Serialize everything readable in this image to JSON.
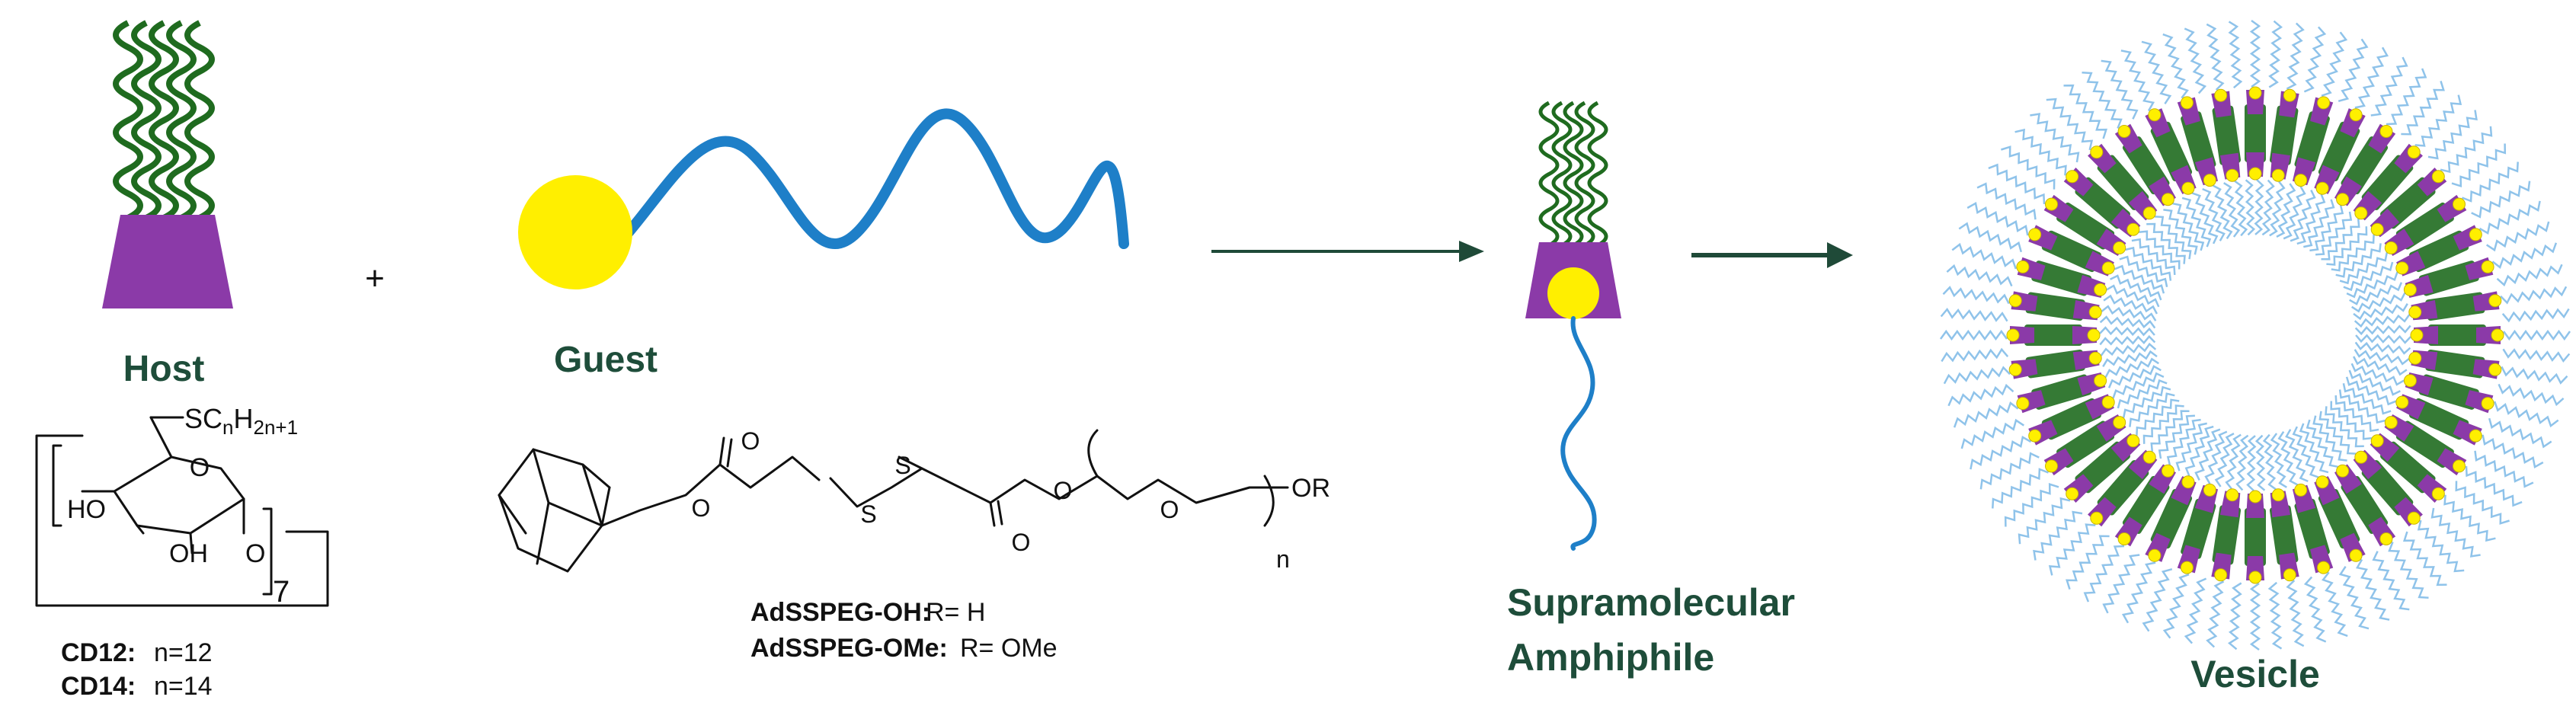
{
  "host": {
    "label": "Host",
    "substituent": "SC",
    "sub_n": "n",
    "sub_h": "H",
    "sub_2n1": "2n+1",
    "ho_label": "HO",
    "oh_label": "OH",
    "o_ring": "O",
    "o_link": "O",
    "repeat": "7",
    "cd12_name": "CD12:",
    "cd12_value": "n=12",
    "cd14_name": "CD14:",
    "cd14_value": "n=14"
  },
  "plus": "+",
  "guest": {
    "label": "Guest",
    "o1": "O",
    "o2": "O",
    "s1": "S",
    "s2": "S",
    "o3": "O",
    "o4": "O",
    "o5": "O",
    "or_label": "OR",
    "n_label": "n",
    "var1_name": "AdSSPEG-OH:",
    "var1_value": "R= H",
    "var2_name": "AdSSPEG-OMe:",
    "var2_value": "R= OMe"
  },
  "amphiphile": {
    "line1": "Supramolecular",
    "line2": "Amphiphile"
  },
  "vesicle": {
    "label": "Vesicle"
  },
  "colors": {
    "cd_purple": "#8b3aa8",
    "alkyl_green": "#1f6b1f",
    "adamantane_yellow": "#ffef00",
    "peg_blue": "#1e7fc8",
    "arrow": "#1f4a38",
    "label_green": "#1e4d3a"
  }
}
